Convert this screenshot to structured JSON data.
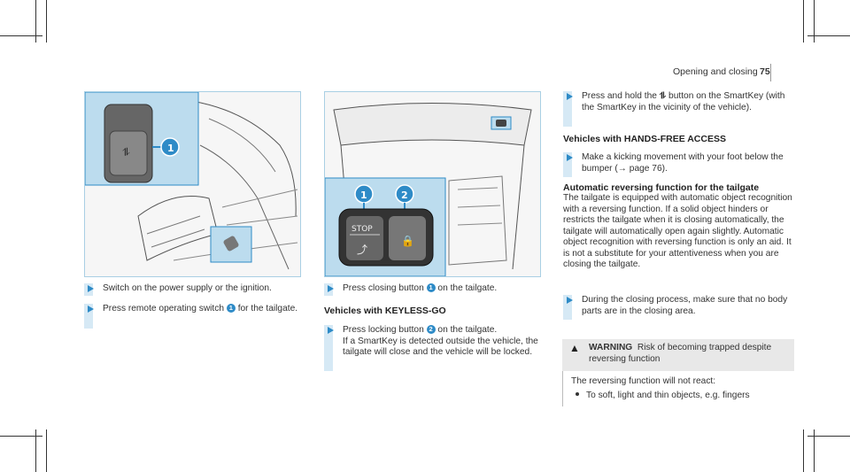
{
  "header": {
    "title": "Opening and closing",
    "page": "75"
  },
  "left": {
    "bullets": [
      {
        "text": "Switch on the power supply or the ignition."
      },
      {
        "pre": "Press remote operating switch ",
        "num": "1",
        "post": " for the tailgate."
      }
    ]
  },
  "middle": {
    "fig_labels": {
      "n1": "1",
      "n2": "2",
      "stop": "STOP"
    },
    "b1": {
      "pre": "Press closing button ",
      "num": "1",
      "post": " on the tailgate."
    },
    "heading": "Vehicles with KEYLESS-GO",
    "b2": {
      "pre": "Press locking button ",
      "num": "2",
      "post": " on the tailgate.",
      "rest": "If a SmartKey is detected outside the vehicle, the tailgate will close and the vehicle will be locked."
    }
  },
  "right": {
    "b1": {
      "pre": "Press and hold the ",
      "post": " button on the SmartKey (with the SmartKey in the vicinity of the vehicle)."
    },
    "heading1": "Vehicles with HANDS-FREE ACCESS",
    "b2": "Make a kicking movement with your foot below the bumper (→ page 76).",
    "heading2": "Automatic reversing function for the tailgate",
    "para": "The tailgate is equipped with automatic object recognition with a reversing function. If a solid object hinders or restricts the tailgate when it is closing automatically, the tailgate will automatically open again slightly. Automatic object recognition with reversing function is only an aid. It is not a substitute for your attentiveness when you are closing the tailgate.",
    "b3": "During the closing process, make sure that no body parts are in the closing area.",
    "warning": {
      "label": "WARNING",
      "title": "Risk of becoming trapped despite reversing function",
      "body": "The reversing function will not react:",
      "item": "To soft, light and thin objects, e.g. fingers"
    }
  },
  "icons": {
    "tailgate": "tailgate-icon",
    "warning": "warning-triangle-icon"
  },
  "accent": "#2e8bc7"
}
